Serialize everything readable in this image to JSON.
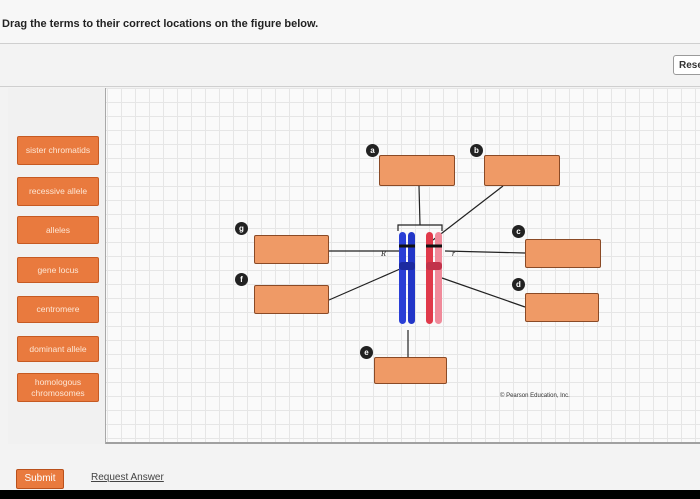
{
  "instruction": "Drag the terms to their correct locations on the figure below.",
  "reset_label": "Rese",
  "terms": [
    "sister chromatids",
    "recessive allele",
    "alleles",
    "gene locus",
    "centromere",
    "dominant allele",
    "homologous chromosomes"
  ],
  "markers": [
    "a",
    "b",
    "c",
    "d",
    "e",
    "f",
    "g"
  ],
  "allele_labels": {
    "left": "R",
    "right": "r"
  },
  "copyright": "© Pearson Education, Inc.",
  "footer": {
    "submit_label": "Submit",
    "request_label": "Request Answer"
  },
  "colors": {
    "term_fill": "#e97a3e",
    "drop_zone_fill": "#ef9a66",
    "chromosome_blue": "#2a3fd6",
    "chromosome_red": "#e0394a",
    "chromosome_pink": "#f08a9a"
  }
}
